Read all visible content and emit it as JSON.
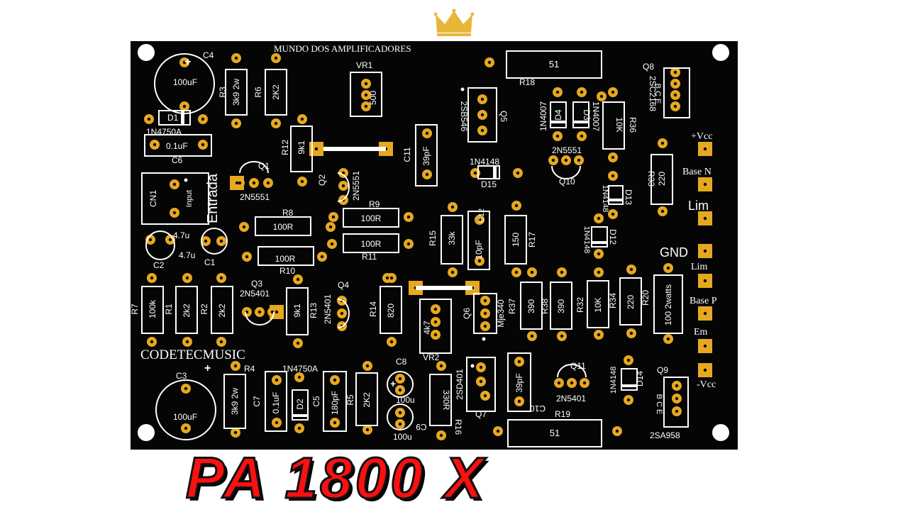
{
  "colors": {
    "board": "#050505",
    "silk": "#ffffff",
    "pad": "#e6a81f",
    "title": "#ff1010",
    "crown": "#e8b73a"
  },
  "header_logo_icon": "crown-icon",
  "board": {
    "top_text": "MUNDO DOS AMPLIFICADORES",
    "credit_text": "CODETECMUSIC",
    "entrada": "Entrada",
    "components": {
      "c4": "C4",
      "c4_value": "100uF",
      "r3": "R3",
      "r3_value": "3k9 2w",
      "r6": "R6",
      "r6_value": "2K2",
      "vr1": "VR1",
      "vr1_value": "500",
      "r18": "R18",
      "r18_value": "51",
      "q8": "Q8",
      "q8_type": "2SC2168",
      "q8_pins": "B C E",
      "d1": "D1",
      "d1_type": "1N4750A",
      "c6": "C6",
      "c6_value": "0.1uF",
      "r12": "R12",
      "r12_value": "9k1",
      "c11": "C11",
      "c11_value": "39pF",
      "q5": "Q5",
      "q5_type": "2SB546",
      "d4_type": "1N4007",
      "d4": "D4",
      "d3": "D3",
      "d3_type": "1N4007",
      "r36": "R36",
      "r36_value": "10K",
      "q10_type": "2N5551",
      "q10": "Q10",
      "d15_type": "1N4148",
      "d15": "D15",
      "r33": "R33",
      "r33_value": "220",
      "cn1": "CN1",
      "cn1_label": "Input",
      "q1": "Q1",
      "q1_type": "2N5551",
      "q2": "Q2",
      "q2_type": "2N5551",
      "d13": "D13",
      "d13_type": "1N4148",
      "r8": "R8",
      "r8_value": "100R",
      "r9": "R9",
      "r9_value": "100R",
      "r11": "R11",
      "r11_value": "100R",
      "r15": "R15",
      "r15_value": "33k",
      "c12": "C12",
      "c12_value": "10pF",
      "r17": "R17",
      "r17_value": "150",
      "d12": "D12",
      "d12_type": "1N4148",
      "c2": "C2",
      "c2_value": "4.7u",
      "c1": "C1",
      "c1_value": "4.7u",
      "r10": "R10",
      "r10_value": "100R",
      "r7": "R7",
      "r7_value": "100k",
      "r1": "R1",
      "r1_value": "2k2",
      "r2": "R2",
      "r2_value": "2k2",
      "q3": "Q3",
      "q3_type": "2N5401",
      "r13": "R13",
      "r13_value": "9k1",
      "q4": "Q4",
      "q4_type": "2N5401",
      "r14": "R14",
      "r14_value": "820",
      "vr2": "VR2",
      "vr2_value": "4k7",
      "q6": "Q6",
      "q6_type": "Mje340",
      "r37": "R37",
      "r37_value": "390",
      "r38": "R38",
      "r38_value": "390",
      "r32": "R32",
      "r32_value": "10K",
      "r34": "R34",
      "r34_value": "220",
      "r20": "R20",
      "r20_value": "100 2watts",
      "c3": "C3",
      "c3_value": "100uF",
      "r4": "R4",
      "r4_value": "3k9 2w",
      "c7": "C7",
      "c7_value": "0.1uF",
      "d2": "D2",
      "d2_type": "1N4750A",
      "c5": "C5",
      "c5_value": "180pF",
      "r5": "R5",
      "r5_value": "2K2",
      "c8": "C8",
      "c8_value": "100u",
      "c9": "C9",
      "c9_value": "100u",
      "r16": "R16",
      "r16_value": "330R",
      "q7": "Q7",
      "q7_type": "2SD401",
      "c10": "C10",
      "c10_value": "39pF",
      "q11": "Q11",
      "q11_type": "2N5401",
      "d14": "D14",
      "d14_type": "1N4148",
      "r19": "R19",
      "r19_value": "51",
      "q9": "Q9",
      "q9_type": "2SA958",
      "q9_pins": "B C E"
    },
    "connectors": {
      "vcc_pos": "+Vcc",
      "base_n": "Base N",
      "lim_top": "Lim",
      "gnd": "GND",
      "lim_bottom": "Lim",
      "base_p": "Base P",
      "em": "Em",
      "vcc_neg": "-Vcc"
    }
  },
  "title": "PA  1800 X"
}
